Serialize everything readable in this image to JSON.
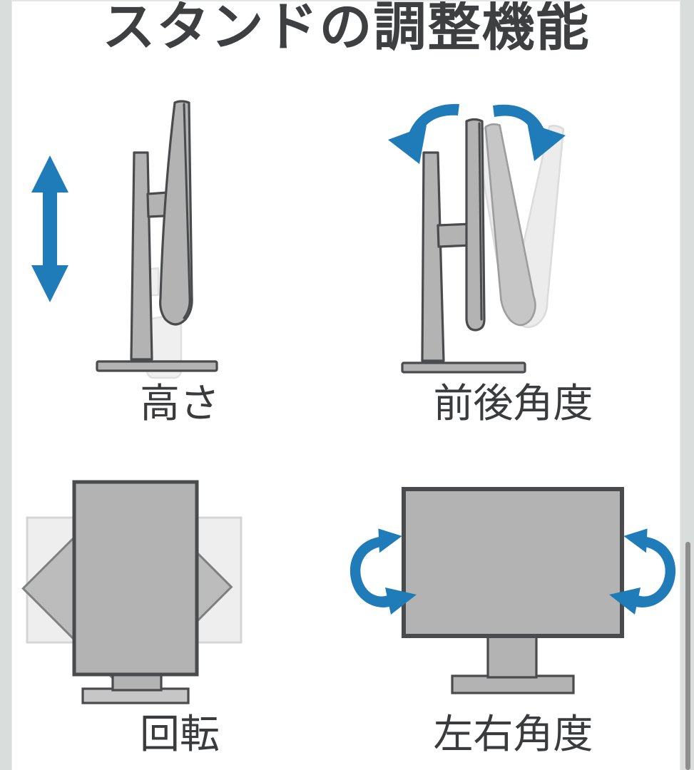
{
  "page": {
    "title": "スタンドの調整機能",
    "background_color": "#ffffff",
    "edge_band_color": "#d9dedd",
    "scrollbar_thumb_color": "#8d8d8d"
  },
  "colors": {
    "accent_blue": "#1f7cb8",
    "monitor_fill": "#b3b3b4",
    "monitor_stroke": "#4a4b4d",
    "ghost_fill": "#e3e3e3",
    "ghost_stroke": "#c9c9c9",
    "mid_ghost_fill": "#bcbcbc",
    "text_color": "#3a3b3d"
  },
  "figures": [
    {
      "id": "height",
      "caption": "高さ",
      "icon": "monitor-side-view-with-vertical-double-arrow",
      "arrow": "vertical-double-arrow",
      "arrow_color": "#1f7cb8",
      "description": "側面図のモニターと上下方向の両矢印"
    },
    {
      "id": "tilt",
      "caption": "前後角度",
      "icon": "monitor-side-view-with-tilt-arrows",
      "arrow": "two-curved-tilt-arrows",
      "arrow_color": "#1f7cb8",
      "description": "側面図のモニターと前後に傾く曲線矢印2本"
    },
    {
      "id": "pivot",
      "caption": "回転",
      "icon": "monitor-front-portrait-with-rotated-ghosts",
      "arrow": "none",
      "description": "縦位置のモニターと45度回転・横位置のゴースト表示"
    },
    {
      "id": "swivel",
      "caption": "左右角度",
      "icon": "monitor-front-view-with-swivel-arrows",
      "arrow": "two-circular-swivel-arrows",
      "arrow_color": "#1f7cb8",
      "description": "正面図のモニターと左右の回転矢印"
    }
  ]
}
